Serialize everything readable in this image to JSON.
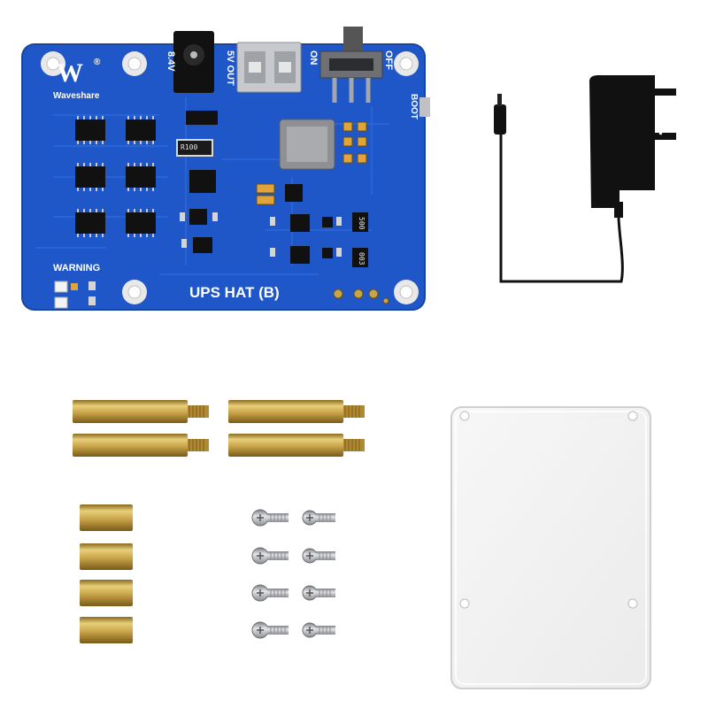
{
  "board": {
    "brand_mark": "W",
    "registered": "®",
    "brand": "Waveshare",
    "model": "UPS HAT (B)",
    "warning": "WARNING",
    "boot": "BOOT",
    "on": "ON",
    "off": "OFF",
    "usb_out": "5V OUT",
    "dc_in": "8.4V",
    "resistor": "R100",
    "chip_a": "500",
    "chip_b": "003"
  },
  "colors": {
    "pcb": "#1f57c8",
    "pcb_dark": "#1a4aa8",
    "silkscreen": "#ffffff",
    "brass": "#c9a54a",
    "acrylic": "#f2f2f2",
    "adapter": "#111111"
  }
}
